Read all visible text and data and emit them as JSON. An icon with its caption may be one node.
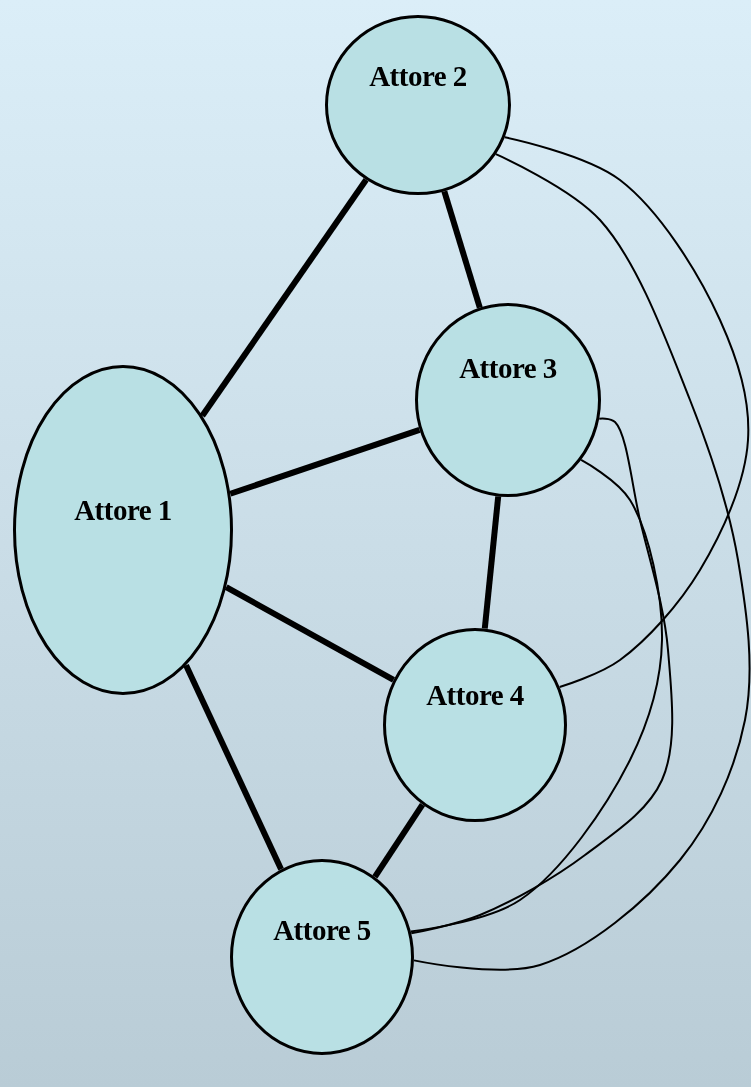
{
  "diagram": {
    "nodes": [
      {
        "text": [
          "Attore 1"
        ]
      },
      {
        "text": [
          "Attore 2"
        ]
      },
      {
        "text": [
          "Attore 3"
        ]
      },
      {
        "text": [
          "Attore 4"
        ]
      },
      {
        "text": [
          "Attore 5"
        ]
      }
    ],
    "edges": [
      {
        "from": 0,
        "to": 1,
        "arrow": "none"
      },
      {
        "from": 0,
        "to": 2,
        "arrow": "none"
      },
      {
        "from": 0,
        "to": 3,
        "arrow": "none"
      },
      {
        "from": 0,
        "to": 4,
        "arrow": "none"
      },
      {
        "from": 1,
        "to": 2,
        "arrow": "none"
      },
      {
        "from": 2,
        "to": 3,
        "arrow": "none"
      },
      {
        "from": 3,
        "to": 4,
        "arrow": "none"
      },
      {
        "from": 1,
        "to": 3,
        "arrow": "none"
      },
      {
        "from": 1,
        "to": 4,
        "arrow": "none"
      },
      {
        "from": 2,
        "to": 4,
        "arrow": "none"
      },
      {
        "from": 2,
        "to": 4,
        "arrow": "none"
      }
    ]
  }
}
